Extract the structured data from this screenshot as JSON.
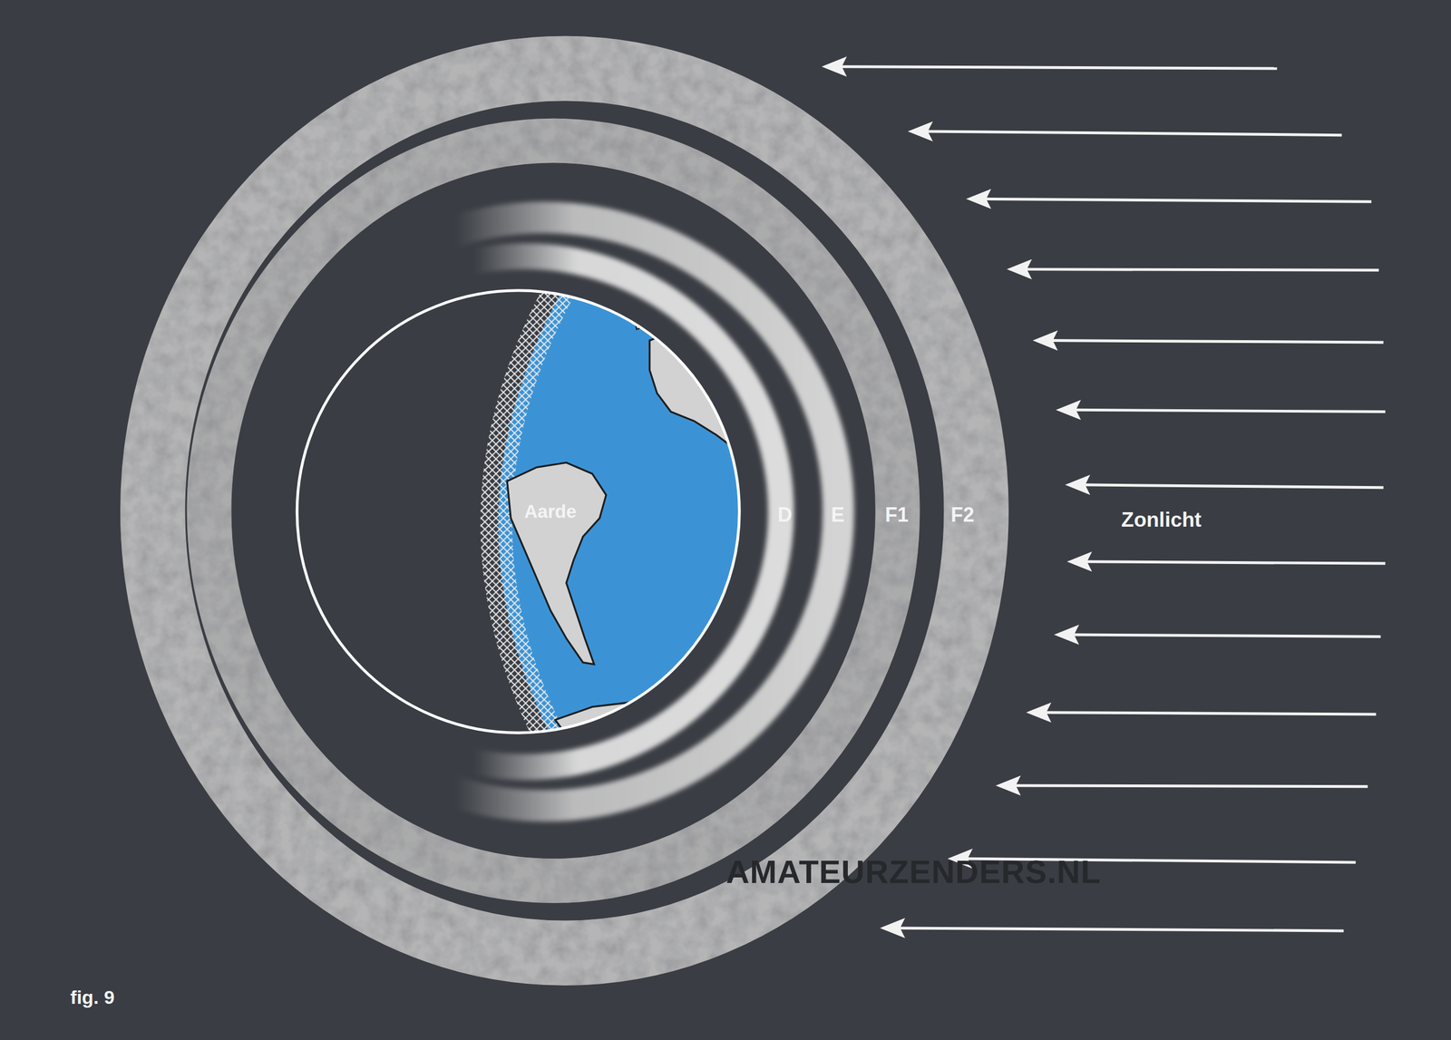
{
  "diagram": {
    "caption": "fig. 9",
    "nodes": [
      {
        "text": [
          "Aarde"
        ]
      },
      {
        "text": [
          "D"
        ]
      },
      {
        "text": [
          "E"
        ]
      },
      {
        "text": [
          "F1"
        ]
      },
      {
        "text": [
          "F2"
        ]
      }
    ],
    "labels": [
      "Zonlicht",
      "AMATEURZENDERS.NL"
    ]
  }
}
